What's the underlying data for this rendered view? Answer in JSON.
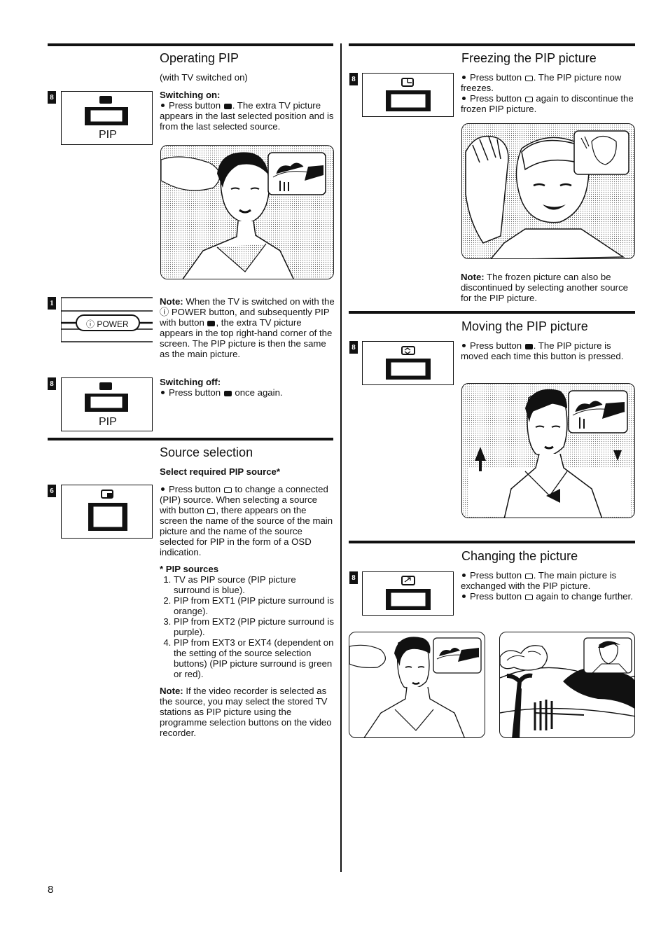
{
  "page_number": "8",
  "labels": {
    "pip": "PIP",
    "power": "ⓘ POWER"
  },
  "badges": {
    "b8": "8",
    "b1": "1",
    "b6": "6"
  },
  "operating": {
    "title": "Operating PIP",
    "subtitle": "(with TV switched on)",
    "switching_on_head": "Switching on:",
    "switching_on_pre": "Press button",
    "switching_on_post": ". The extra TV picture appears in the last selected position and is from the last selected source.",
    "note_label": "Note:",
    "note_t1": " When the TV is switched on with the ",
    "note_power": "ⓘ",
    "note_t2": " POWER button, and subsequently PIP with button",
    "note_t3": ", the extra TV picture appears in the top right-hand corner of the screen. The PIP picture is then the same as the main picture.",
    "switching_off_head": "Switching off:",
    "switching_off_pre": "Press button",
    "switching_off_post": " once again."
  },
  "source": {
    "title": "Source selection",
    "select_head": "Select required PIP source*",
    "p1_pre": "Press button",
    "p1_mid": " to change a connected (PIP) source. When selecting a source with button",
    "p1_post": ", there appears on the screen the name of the source of the main picture and the name of the source selected for PIP in the form of a OSD indication.",
    "sources_head": "* PIP sources",
    "sources": [
      "TV as PIP source (PIP picture surround is blue).",
      "PIP from EXT1 (PIP picture surround is orange).",
      "PIP from EXT2 (PIP picture surround is purple).",
      "PIP from EXT3 or EXT4 (dependent on the setting of the source selection buttons) (PIP picture surround is green or red)."
    ],
    "note_label": "Note:",
    "note_text": " If the video recorder is selected as the source, you may select the stored TV stations as PIP picture using the programme selection buttons on the video recorder."
  },
  "freezing": {
    "title": "Freezing the PIP picture",
    "b1_pre": "Press button",
    "b1_post": ". The PIP picture now freezes.",
    "b2_pre": "Press button",
    "b2_post": " again to discontinue the frozen PIP picture.",
    "note_label": "Note:",
    "note_text": " The frozen picture can also be discontinued by selecting another source for the PIP picture."
  },
  "moving": {
    "title": "Moving the PIP picture",
    "b1_pre": "Press button",
    "b1_post": ". The PIP picture is moved each time this button is pressed."
  },
  "changing": {
    "title": "Changing the picture",
    "b1_pre": "Press button",
    "b1_post": ". The main picture is exchanged with the PIP picture.",
    "b2_pre": "Press button",
    "b2_post": " again to change further."
  },
  "icons": [
    "pip-button-icon",
    "pip-source-button-icon",
    "freeze-button-icon",
    "move-button-icon",
    "swap-button-icon",
    "tv-screen-icon",
    "power-button-icon"
  ]
}
